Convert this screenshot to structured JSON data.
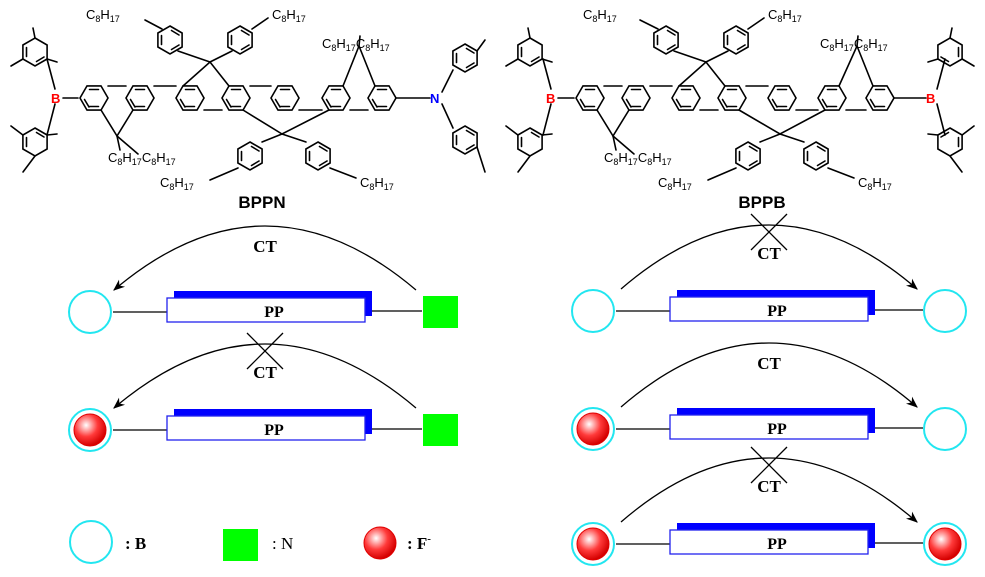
{
  "molecules": [
    {
      "name": "BPPN",
      "left_group": "B",
      "right_group": "N",
      "substituent": {
        "C": "C",
        "c_sub": "8",
        "H": "H",
        "h_sub": "17"
      }
    },
    {
      "name": "BPPB",
      "left_group": "B",
      "right_group": "B",
      "substituent": {
        "C": "C",
        "c_sub": "8",
        "H": "H",
        "h_sub": "17"
      }
    }
  ],
  "schemes": {
    "bppn": [
      {
        "ct_label": "CT",
        "direction": "right-to-left",
        "blocked": false,
        "left": "B",
        "right": "N",
        "bridge": "PP"
      },
      {
        "ct_label": "CT",
        "direction": "right-to-left",
        "blocked": true,
        "left": "B+F-",
        "right": "N",
        "bridge": "PP"
      }
    ],
    "bppb": [
      {
        "ct_label": "CT",
        "direction": "left-to-right",
        "blocked": true,
        "left": "B",
        "right": "B",
        "bridge": "PP"
      },
      {
        "ct_label": "CT",
        "direction": "left-to-right",
        "blocked": false,
        "left": "B+F-",
        "right": "B",
        "bridge": "PP"
      },
      {
        "ct_label": "CT",
        "direction": "left-to-right",
        "blocked": true,
        "left": "B+F-",
        "right": "B+F-",
        "bridge": "PP"
      }
    ]
  },
  "legend": [
    {
      "symbol": "cyan-circle",
      "label": ": B"
    },
    {
      "symbol": "green-square",
      "label": ": N"
    },
    {
      "symbol": "red-sphere",
      "label": ": F",
      "superscript": "-"
    }
  ],
  "colors": {
    "boron_circle": "#22e6f0",
    "nitrogen_square": "#00ff00",
    "fluoride_sphere": "#ff0000",
    "bridge_shadow": "#0000ff",
    "bridge_border": "#2222ee",
    "boron_atom": "#ff0000",
    "nitrogen_atom": "#0000ff"
  }
}
